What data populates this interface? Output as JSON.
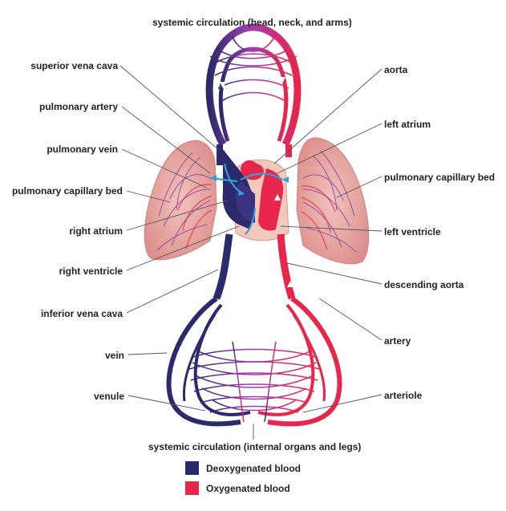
{
  "labels": {
    "top": "systemic circulation (head, neck, and arms)",
    "bottom": "systemic circulation (internal organs and legs)",
    "superior_vena_cava": "superior vena cava",
    "pulmonary_artery": "pulmonary artery",
    "pulmonary_vein": "pulmonary vein",
    "pulmonary_capillary_bed_left": "pulmonary capillary bed",
    "right_atrium": "right atrium",
    "right_ventricle": "right ventricle",
    "inferior_vena_cava": "inferior vena cava",
    "vein": "vein",
    "venule": "venule",
    "aorta": "aorta",
    "left_atrium": "left atrium",
    "pulmonary_capillary_bed_right": "pulmonary capillary bed",
    "left_ventricle": "left ventricle",
    "descending_aorta": "descending aorta",
    "artery": "artery",
    "arteriole": "arteriole"
  },
  "legend": [
    {
      "label": "Deoxygenated blood",
      "color": "#2b2a6b"
    },
    {
      "label": "Oxygenated blood",
      "color": "#e8264b"
    }
  ],
  "colors": {
    "deoxygenated": "#2b2a6b",
    "oxygenated": "#e8264b",
    "capillary": "#9b3fb0",
    "lung": "#e7aca6",
    "heart_bg": "#f4c9bd",
    "flow_arrow": "#2f9fd6"
  }
}
